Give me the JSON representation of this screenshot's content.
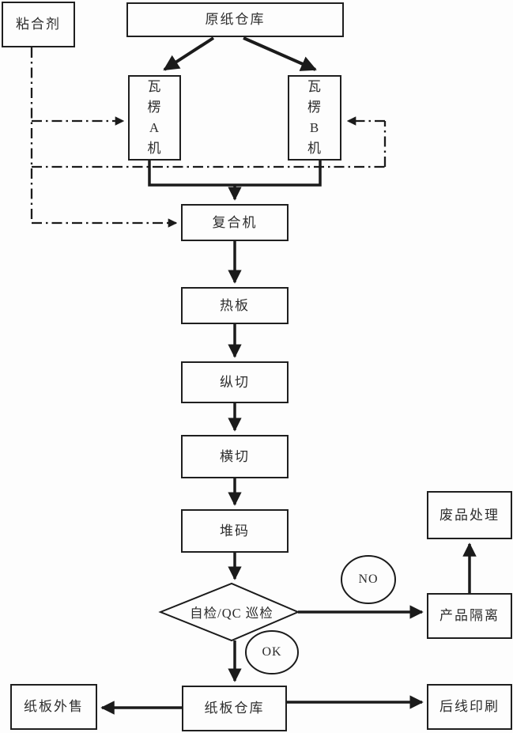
{
  "nodes": {
    "adhesive": {
      "label": "粘合剂"
    },
    "raw_paper_warehouse": {
      "label": "原纸仓库"
    },
    "corrugator_a": {
      "lines": [
        "瓦",
        "楞",
        "A",
        "机"
      ]
    },
    "corrugator_b": {
      "lines": [
        "瓦",
        "楞",
        "B",
        "机"
      ]
    },
    "laminator": {
      "label": "复合机"
    },
    "hot_plate": {
      "label": "热板"
    },
    "slitting": {
      "label": "纵切"
    },
    "cross_cutting": {
      "label": "横切"
    },
    "stacking": {
      "label": "堆码"
    },
    "qc_inspection": {
      "label": "自检/QC 巡检"
    },
    "branch_no": {
      "label": "NO"
    },
    "branch_ok": {
      "label": "OK"
    },
    "product_isolation": {
      "label": "产品隔离"
    },
    "waste_disposal": {
      "label": "废品处理"
    },
    "board_warehouse": {
      "label": "纸板仓库"
    },
    "board_outside_sale": {
      "label": "纸板外售"
    },
    "post_line_printing": {
      "label": "后线印刷"
    }
  },
  "edges": [
    {
      "from": "raw_paper_warehouse",
      "to": "corrugator_a",
      "style": "solid"
    },
    {
      "from": "raw_paper_warehouse",
      "to": "corrugator_b",
      "style": "solid"
    },
    {
      "from": "corrugator_a",
      "to": "laminator",
      "style": "solid"
    },
    {
      "from": "corrugator_b",
      "to": "laminator",
      "style": "solid"
    },
    {
      "from": "laminator",
      "to": "hot_plate",
      "style": "solid"
    },
    {
      "from": "hot_plate",
      "to": "slitting",
      "style": "solid"
    },
    {
      "from": "slitting",
      "to": "cross_cutting",
      "style": "solid"
    },
    {
      "from": "cross_cutting",
      "to": "stacking",
      "style": "solid"
    },
    {
      "from": "stacking",
      "to": "qc_inspection",
      "style": "solid"
    },
    {
      "from": "qc_inspection",
      "to": "product_isolation",
      "style": "solid",
      "label": "NO"
    },
    {
      "from": "product_isolation",
      "to": "waste_disposal",
      "style": "solid"
    },
    {
      "from": "qc_inspection",
      "to": "board_warehouse",
      "style": "solid",
      "label": "OK"
    },
    {
      "from": "board_warehouse",
      "to": "board_outside_sale",
      "style": "solid"
    },
    {
      "from": "board_warehouse",
      "to": "post_line_printing",
      "style": "solid"
    },
    {
      "from": "adhesive",
      "to": "corrugator_a",
      "style": "dash-dot"
    },
    {
      "from": "adhesive",
      "to": "corrugator_b",
      "style": "dash-dot"
    },
    {
      "from": "adhesive",
      "to": "laminator",
      "style": "dash-dot"
    }
  ],
  "colors": {
    "background": "#fdfdfd",
    "line": "#1b1b1b",
    "text": "#2d2d2d"
  }
}
